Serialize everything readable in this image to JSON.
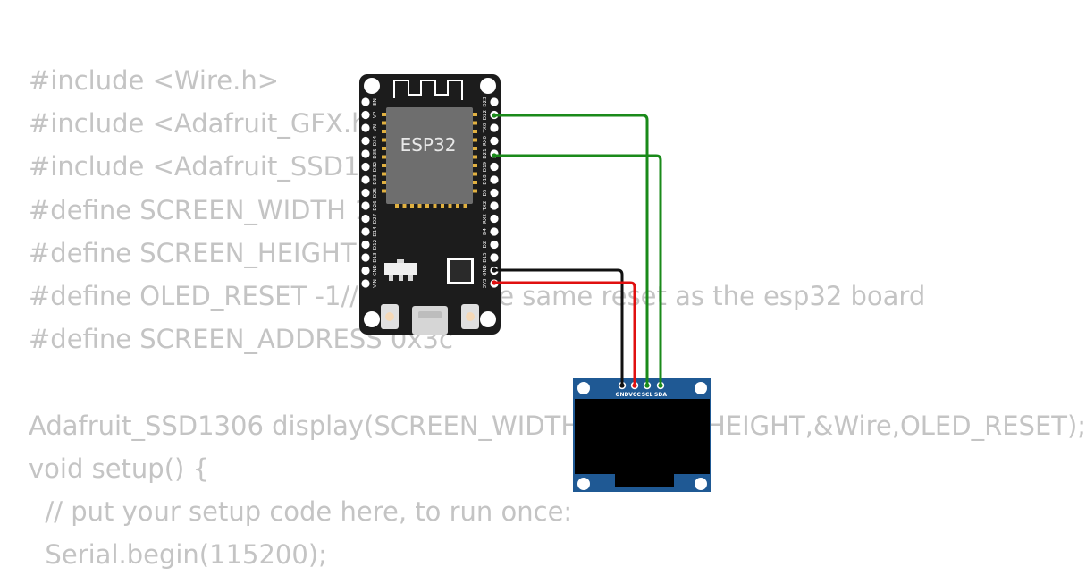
{
  "code_lines": [
    "#include <Wire.h>",
    "#include <Adafruit_GFX.h>",
    "#include <Adafruit_SSD1306.h>",
    "#define SCREEN_WIDTH 128",
    "#define SCREEN_HEIGHT 64",
    "#define OLED_RESET -1// sharing the same reset as the esp32 board",
    "#define SCREEN_ADDRESS 0x3c",
    "",
    "Adafruit_SSD1306 display(SCREEN_WIDTH,SCREEN_HEIGHT,&Wire,OLED_RESET);",
    "void setup() {",
    "  // put your setup code here, to run once:",
    "  Serial.begin(115200);"
  ],
  "esp32": {
    "label": "ESP32",
    "left_pins": [
      "EN",
      "VP",
      "VN",
      "D34",
      "D35",
      "D32",
      "D33",
      "D25",
      "D26",
      "D27",
      "D14",
      "D12",
      "D13",
      "GND",
      "VIN"
    ],
    "right_pins": [
      "D23",
      "D22",
      "TX0",
      "RX0",
      "D21",
      "D19",
      "D18",
      "D5",
      "TX2",
      "RX2",
      "D4",
      "D2",
      "D15",
      "GND",
      "3V3"
    ]
  },
  "oled": {
    "pins": [
      "GND",
      "VCC",
      "SCL",
      "SDA"
    ]
  },
  "wires": [
    {
      "from": "D22",
      "to": "SCL",
      "color": "#1a8a1a"
    },
    {
      "from": "D21",
      "to": "SDA",
      "color": "#1a8a1a"
    },
    {
      "from": "GND",
      "to": "GND",
      "color": "#111111"
    },
    {
      "from": "3V3",
      "to": "VCC",
      "color": "#e01010"
    }
  ]
}
